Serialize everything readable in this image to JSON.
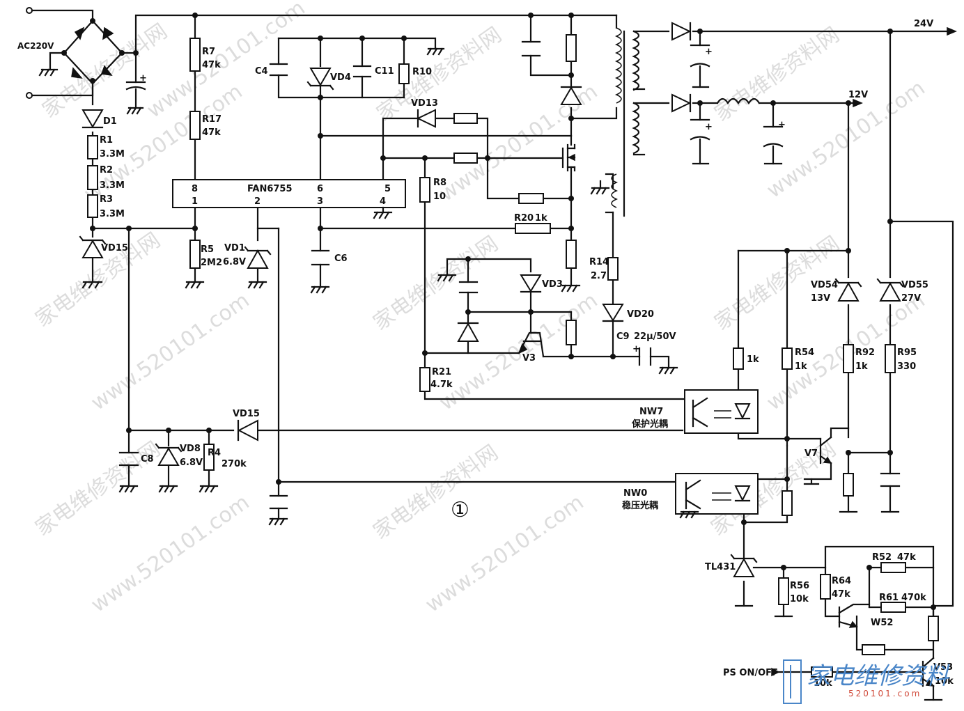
{
  "diagram": {
    "ic": {
      "name": "FAN6755",
      "pins_top": [
        "8",
        "6",
        "5"
      ],
      "pins_bottom": [
        "1",
        "2",
        "3",
        "4"
      ]
    },
    "ac_input": "AC220V",
    "outputs": {
      "v24": "24V",
      "v12": "12V"
    },
    "figure_number": "①",
    "resistors": {
      "r7": [
        "R7",
        "47k"
      ],
      "r17": [
        "R17",
        "47k"
      ],
      "r5": [
        "R5",
        "2M2"
      ],
      "r1": [
        "R1",
        "3.3M"
      ],
      "r2": [
        "R2",
        "3.3M"
      ],
      "r3": [
        "R3",
        "3.3M"
      ],
      "r4": [
        "R4",
        "270k"
      ],
      "r8": [
        "R8",
        "10"
      ],
      "r10": [
        "R10"
      ],
      "r20": [
        "R20",
        "1k"
      ],
      "r21": [
        "R21",
        "4.7k"
      ],
      "r14": [
        "R14",
        "2.7"
      ],
      "r54": [
        "R54",
        "1k"
      ],
      "r92": [
        "R92",
        "1k"
      ],
      "r95": [
        "R95",
        "330"
      ],
      "r_1k": [
        "1k"
      ],
      "r56": [
        "R56",
        "10k"
      ],
      "r64": [
        "R64",
        "47k"
      ],
      "r52": [
        "R52",
        "47k"
      ],
      "r61": [
        "R61",
        "470k"
      ],
      "r_10k": [
        "10k"
      ]
    },
    "capacitors": {
      "c4": "C4",
      "c11": "C11",
      "c6": "C6",
      "c8": "C8",
      "c9": [
        "C9",
        "22μ/50V"
      ]
    },
    "diodes": {
      "d1": "D1",
      "vd15_top": "VD15",
      "vd1": [
        "VD1",
        "6.8V"
      ],
      "vd4": "VD4",
      "vd13": "VD13",
      "vd3": "VD3",
      "vd20": "VD20",
      "vd8": [
        "VD8",
        "6.8V"
      ],
      "vd15_bot": "VD15",
      "vd54": [
        "VD54",
        "13V"
      ],
      "vd55": [
        "VD55",
        "27V"
      ]
    },
    "transistors": {
      "v3": "V3",
      "v7": "V7",
      "w52": "W52",
      "v53": "V53"
    },
    "optocouplers": {
      "nw7": [
        "NW7",
        "保护光耦"
      ],
      "nw0": [
        "NW0",
        "稳压光耦"
      ]
    },
    "regulator": "TL431",
    "control": "PS ON/OFF"
  },
  "watermark": {
    "cn": "家电维修资料网",
    "url": "www.520101.com",
    "logo_cn": "家电维修资料",
    "logo_url": "520101.com"
  }
}
